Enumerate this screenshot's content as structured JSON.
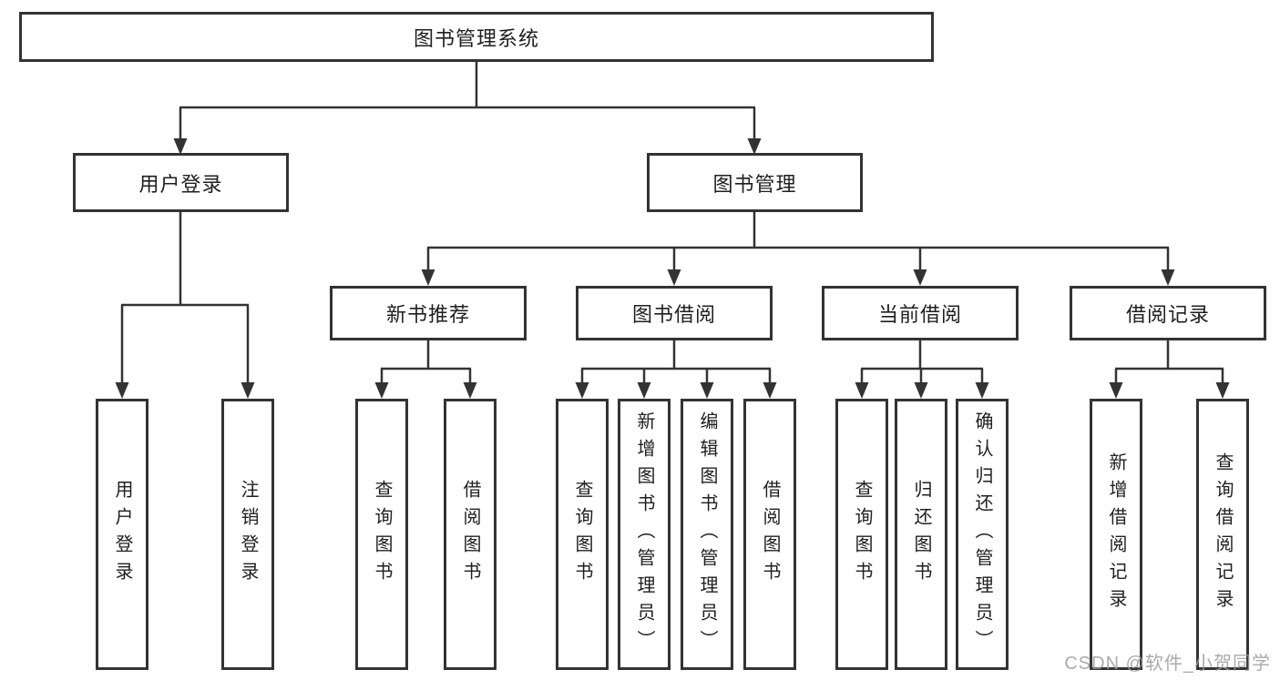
{
  "diagram": {
    "root": {
      "label": "图书管理系统"
    },
    "level2": [
      {
        "label": "用户登录"
      },
      {
        "label": "图书管理"
      }
    ],
    "level3": [
      {
        "label": "新书推荐"
      },
      {
        "label": "图书借阅"
      },
      {
        "label": "当前借阅"
      },
      {
        "label": "借阅记录"
      }
    ],
    "leaves": {
      "user_login": [
        "用户登录",
        "注销登录"
      ],
      "new_book_recommend": [
        "查询图书",
        "借阅图书"
      ],
      "book_borrowing": [
        "查询图书",
        "新增图书（管理员）",
        "编辑图书（管理员）",
        "借阅图书"
      ],
      "current_borrowing": [
        "查询图书",
        "归还图书",
        "确认归还（管理员）"
      ],
      "borrowing_records": [
        "新增借阅记录",
        "查询借阅记录"
      ]
    }
  },
  "watermark": "CSDN @软件_小贺同学",
  "colors": {
    "line": "#333333",
    "text": "#1f1f1f",
    "background": "#ffffff",
    "watermark": "#9b9b9b"
  }
}
